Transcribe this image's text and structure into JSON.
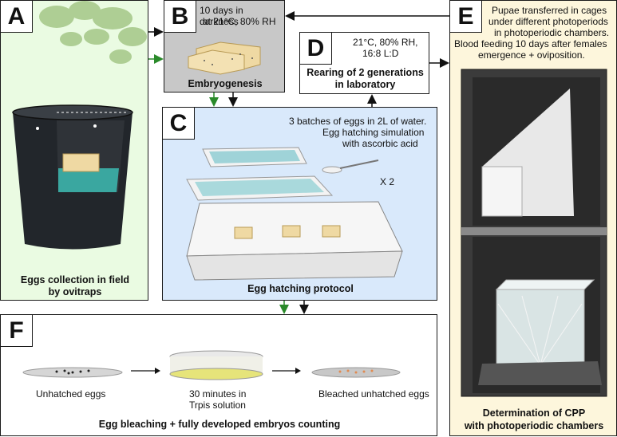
{
  "panels": {
    "A": {
      "letter": "A",
      "caption_line1": "Eggs collection in field",
      "caption_line2": "by ovitraps",
      "bg": "#eafbe2"
    },
    "B": {
      "letter": "B",
      "text_line1": "10 days in darkness",
      "text_line2": "at 21°C, 80% RH",
      "caption": "Embryogenesis",
      "bg": "#c8c8c8"
    },
    "C": {
      "letter": "C",
      "text_line1": "3 batches of eggs in 2L of water.",
      "text_line2": "Egg hatching simulation",
      "text_line3": "with ascorbic acid",
      "multiplier": "X 2",
      "caption": "Egg hatching protocol",
      "bg": "#d9e9fb"
    },
    "D": {
      "letter": "D",
      "text_line1": "21°C, 80% RH,",
      "text_line2": "16:8 L:D",
      "caption_line1": "Rearing of 2 generations",
      "caption_line2": "in laboratory"
    },
    "E": {
      "letter": "E",
      "text_line1": "Pupae transferred in cages",
      "text_line2": "under different photoperiods",
      "text_line3": "in photoperiodic chambers.",
      "text_line4": "Blood feeding 10 days after females",
      "text_line5": "emergence + oviposition.",
      "caption_line1": "Determination of CPP",
      "caption_line2": "with photoperiodic chambers",
      "bg": "#fdf6dc"
    },
    "F": {
      "letter": "F",
      "step1": "Unhatched eggs",
      "step2_line1": "30 minutes in",
      "step2_line2": "Trpis solution",
      "step3": "Bleached unhatched eggs",
      "caption": "Egg bleaching + fully developed embryos counting"
    }
  },
  "colors": {
    "green_arrow": "#2a8a2a",
    "black_arrow": "#111111",
    "water": "#3aa7a0",
    "sponge": "#efd9a3"
  }
}
